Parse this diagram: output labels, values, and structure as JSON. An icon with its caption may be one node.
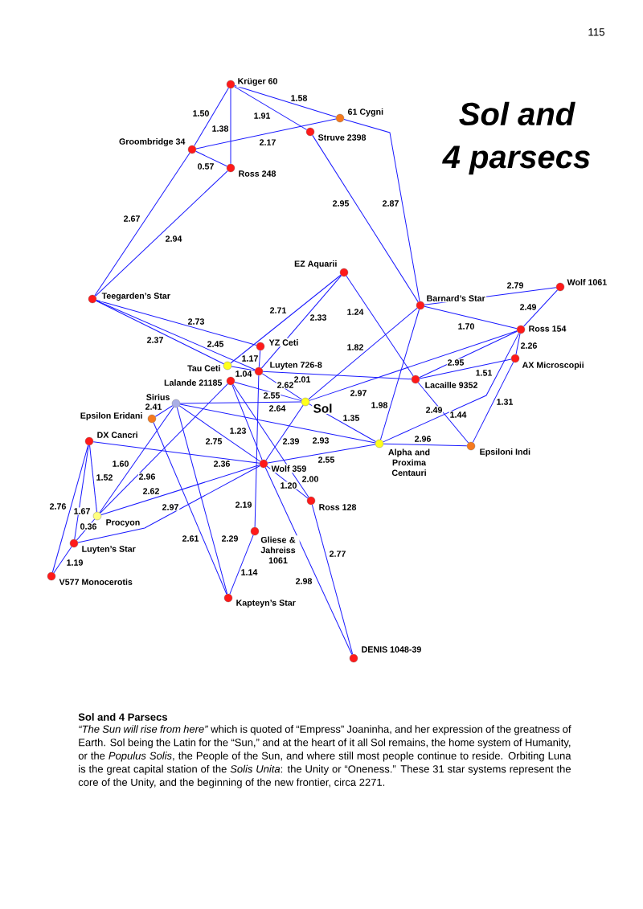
{
  "diagram": {
    "title": "Sol and 4 parsecs",
    "caption": "*“The Sun will rise from here”* which is quoted of “Empress” Joaninha, and her expression of the greatness of Earth. Sol being the Latin for the “Sun,” and at the heart of it all Sol remains, the home system of Humanity, or the *Populus Solis*, the People of the Sun, and where still most people continue to reside. Orbiting Luna is the great capital station of the *Solis Unita*: the Unity or “Oneness.” These 31 star systems represent the core of the Unity, and the beginning of the new frontier, circa 2271.",
    "nodes": [
      {
        "text": [
          "Krüger 60"
        ]
      },
      {
        "text": [
          "61 Cygni"
        ]
      },
      {
        "text": [
          "Struve 2398"
        ]
      },
      {
        "text": [
          "Groombridge 34"
        ]
      },
      {
        "text": [
          "Ross 248"
        ]
      },
      {
        "text": [
          "Teegarden’s Star"
        ]
      },
      {
        "text": [
          "EZ Aquarii"
        ]
      },
      {
        "text": [
          "Barnard’s Star"
        ]
      },
      {
        "text": [
          "Wolf 1061"
        ]
      },
      {
        "text": [
          "Ross 154"
        ]
      },
      {
        "text": [
          "AX Microscopii"
        ]
      },
      {
        "text": [
          "YZ Ceti"
        ]
      },
      {
        "text": [
          "Tau Ceti"
        ]
      },
      {
        "text": [
          "Luyten 726-8"
        ]
      },
      {
        "text": [
          "Lacaille 9352"
        ]
      },
      {
        "text": [
          "Lalande 21185"
        ]
      },
      {
        "text": [
          "Sirius"
        ]
      },
      {
        "text": [
          "Sol"
        ]
      },
      {
        "text": [
          "Epsilon Eridani"
        ]
      },
      {
        "text": [
          "DX Cancri"
        ]
      },
      {
        "text": [
          "Alpha and Proxima Centauri"
        ]
      },
      {
        "text": [
          "Epsiloni Indi"
        ]
      },
      {
        "text": [
          "Wolf 359"
        ]
      },
      {
        "text": [
          "Ross 128"
        ]
      },
      {
        "text": [
          "Procyon"
        ]
      },
      {
        "text": [
          "Gliese & Jahreiss 1061"
        ]
      },
      {
        "text": [
          "Luyten’s Star"
        ]
      },
      {
        "text": [
          "V577 Monocerotis"
        ]
      },
      {
        "text": [
          "Kapteyn’s Star"
        ]
      },
      {
        "text": [
          "DENIS 1048-39"
        ]
      }
    ],
    "edges": [
      {
        "from": 0,
        "to": 3,
        "arrow": "none",
        "label": "1.50"
      },
      {
        "from": 0,
        "to": 4,
        "arrow": "none",
        "label": "1.38"
      },
      {
        "from": 0,
        "to": 1,
        "arrow": "none",
        "label": "1.58"
      },
      {
        "from": 0,
        "to": 2,
        "arrow": "none",
        "label": "1.91"
      },
      {
        "from": 3,
        "to": 1,
        "arrow": "none",
        "label": "2.17"
      },
      {
        "from": 3,
        "to": 4,
        "arrow": "none",
        "label": "0.57"
      },
      {
        "from": 3,
        "to": 5,
        "arrow": "none",
        "label": "2.67"
      },
      {
        "from": 4,
        "to": 5,
        "arrow": "none",
        "label": "2.94"
      },
      {
        "from": 2,
        "to": 7,
        "arrow": "none",
        "label": "2.95"
      },
      {
        "from": 1,
        "to": 7,
        "arrow": "none",
        "label": "2.87"
      },
      {
        "from": 5,
        "to": 11,
        "arrow": "none",
        "label": "2.73"
      },
      {
        "from": 5,
        "to": 13,
        "arrow": "none",
        "label": "2.45"
      },
      {
        "from": 5,
        "to": 12,
        "arrow": "none",
        "label": "2.37"
      },
      {
        "from": 6,
        "to": 12,
        "arrow": "none",
        "label": "2.71"
      },
      {
        "from": 6,
        "to": 13,
        "arrow": "none",
        "label": "2.33"
      },
      {
        "from": 6,
        "to": 14,
        "arrow": "none",
        "label": "1.24"
      },
      {
        "from": 7,
        "to": 17,
        "arrow": "none",
        "label": "1.82"
      },
      {
        "from": 7,
        "to": 8,
        "arrow": "none",
        "label": "2.79"
      },
      {
        "from": 7,
        "to": 9,
        "arrow": "none",
        "label": "1.70"
      },
      {
        "from": 7,
        "to": 20,
        "arrow": "none",
        "label": "1.98"
      },
      {
        "from": 8,
        "to": 9,
        "arrow": "none",
        "label": "2.49"
      },
      {
        "from": 9,
        "to": 10,
        "arrow": "none",
        "label": "2.26"
      },
      {
        "from": 9,
        "to": 14,
        "arrow": "none",
        "label": "2.95"
      },
      {
        "from": 9,
        "to": 17,
        "arrow": "none",
        "label": "2.97"
      },
      {
        "from": 9,
        "to": 20,
        "arrow": "none",
        "label": "2.49"
      },
      {
        "from": 10,
        "to": 14,
        "arrow": "none",
        "label": "1.51"
      },
      {
        "from": 10,
        "to": 21,
        "arrow": "none",
        "label": "1.31"
      },
      {
        "from": 14,
        "to": 21,
        "arrow": "none",
        "label": "1.44"
      },
      {
        "from": 13,
        "to": 14,
        "arrow": "none",
        "label": "2.01"
      },
      {
        "from": 11,
        "to": 13,
        "arrow": "none",
        "label": "1.17"
      },
      {
        "from": 12,
        "to": 13,
        "arrow": "none",
        "label": "1.04"
      },
      {
        "from": 13,
        "to": 17,
        "arrow": "none",
        "label": "2.62"
      },
      {
        "from": 13,
        "to": 25,
        "arrow": "none",
        "label": "2.19"
      },
      {
        "from": 15,
        "to": 17,
        "arrow": "none",
        "label": "2.55"
      },
      {
        "from": 16,
        "to": 17,
        "arrow": "none",
        "label": "2.64"
      },
      {
        "from": 16,
        "to": 18,
        "arrow": "none",
        "label": "2.41"
      },
      {
        "from": 16,
        "to": 24,
        "arrow": "none",
        "label": "1.60"
      },
      {
        "from": 15,
        "to": 24,
        "arrow": "none",
        "label": "2.96"
      },
      {
        "from": 16,
        "to": 22,
        "arrow": "none",
        "label": "2.75"
      },
      {
        "from": 16,
        "to": 20,
        "arrow": "none",
        "label": "2.93"
      },
      {
        "from": 16,
        "to": 28,
        "arrow": "none",
        "label": "2.29"
      },
      {
        "from": 18,
        "to": 28,
        "arrow": "none",
        "label": "2.61"
      },
      {
        "from": 15,
        "to": 22,
        "arrow": "none",
        "label": "1.23"
      },
      {
        "from": 15,
        "to": 23,
        "arrow": "none",
        "label": "2.00"
      },
      {
        "from": 22,
        "to": 23,
        "arrow": "none",
        "label": "1.20"
      },
      {
        "from": 22,
        "to": 29,
        "arrow": "none",
        "label": "2.98"
      },
      {
        "from": 17,
        "to": 22,
        "arrow": "none",
        "label": "2.39"
      },
      {
        "from": 17,
        "to": 20,
        "arrow": "none",
        "label": "1.35"
      },
      {
        "from": 22,
        "to": 20,
        "arrow": "none",
        "label": "2.55"
      },
      {
        "from": 19,
        "to": 22,
        "arrow": "none",
        "label": "2.36"
      },
      {
        "from": 22,
        "to": 24,
        "arrow": "none",
        "label": "2.62"
      },
      {
        "from": 22,
        "to": 26,
        "arrow": "none",
        "label": "2.97"
      },
      {
        "from": 19,
        "to": 24,
        "arrow": "none",
        "label": "1.52"
      },
      {
        "from": 19,
        "to": 26,
        "arrow": "none",
        "label": "1.67"
      },
      {
        "from": 19,
        "to": 27,
        "arrow": "none",
        "label": "2.76"
      },
      {
        "from": 24,
        "to": 26,
        "arrow": "none",
        "label": "0.36"
      },
      {
        "from": 26,
        "to": 27,
        "arrow": "none",
        "label": "1.19"
      },
      {
        "from": 25,
        "to": 28,
        "arrow": "none",
        "label": "1.14"
      },
      {
        "from": 23,
        "to": 29,
        "arrow": "none",
        "label": "2.77"
      },
      {
        "from": 20,
        "to": 21,
        "arrow": "none",
        "label": "2.96"
      }
    ],
    "labels": [
      "115",
      "Sol and 4 Parsecs"
    ]
  }
}
